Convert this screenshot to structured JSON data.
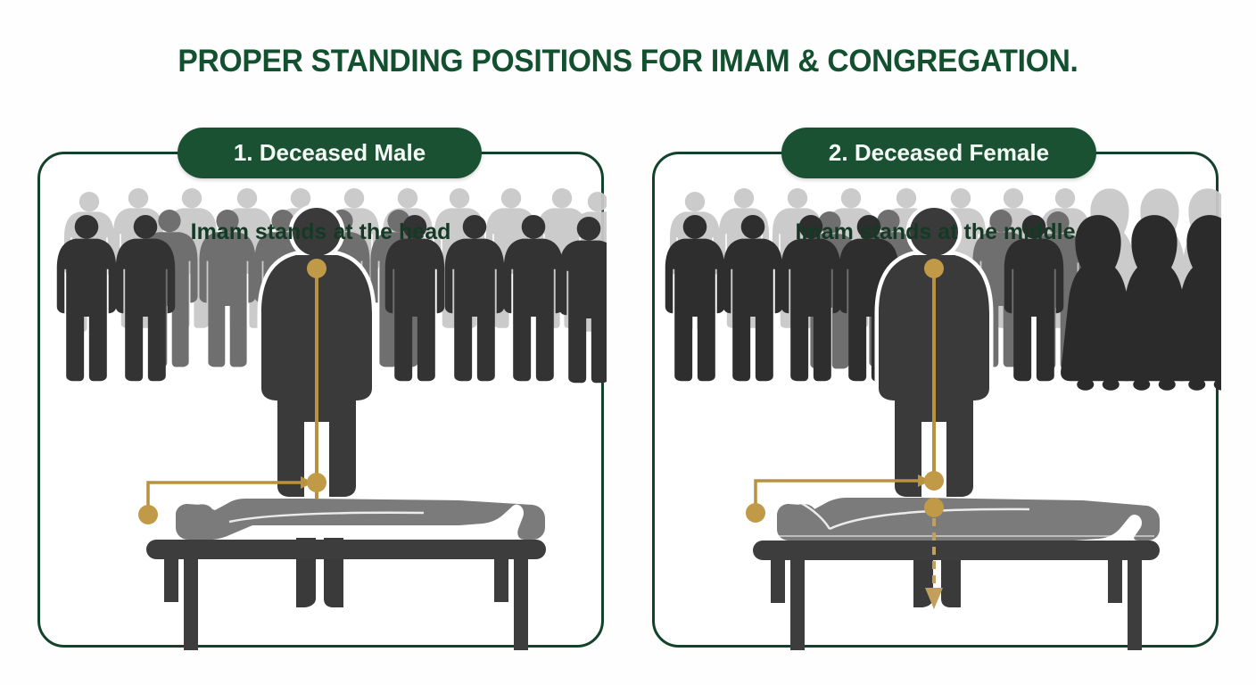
{
  "title": "PROPER STANDING POSITIONS FOR IMAM & CONGREGATION.",
  "colors": {
    "brand_green": "#13502f",
    "badge_green": "#1b5133",
    "panel_border": "#12432a",
    "gold_accent": "#b9913f",
    "background": "#fefefe",
    "crowd_back_row": "#c2c2c2",
    "crowd_mid_row": "#6e6e6e",
    "crowd_front_row": "#333333",
    "imam_fill": "#3a3a3a",
    "imam_outline": "#ffffff",
    "deceased_body": "#7b7b7b",
    "bier_table": "#3d3d3d"
  },
  "panels": [
    {
      "badge_label": "1. Deceased Male",
      "subtitle": "Imam stands at the head",
      "deceased": "male",
      "imam_position": "head",
      "marker_kind": "solid-line-with-top-dot",
      "crowd": {
        "back_row_count": 11,
        "mid_row_count": 5,
        "front_row_count": 6,
        "female_figures": 0
      }
    },
    {
      "badge_label": "2. Deceased Female",
      "subtitle": "Imam stands at the middle",
      "deceased": "female",
      "imam_position": "middle",
      "marker_kind": "solid-line-with-top-dot-and-dashed-down-arrow",
      "crowd": {
        "back_row_count": 11,
        "mid_row_count": 4,
        "front_row_count": 5,
        "female_figures": 3
      }
    }
  ]
}
